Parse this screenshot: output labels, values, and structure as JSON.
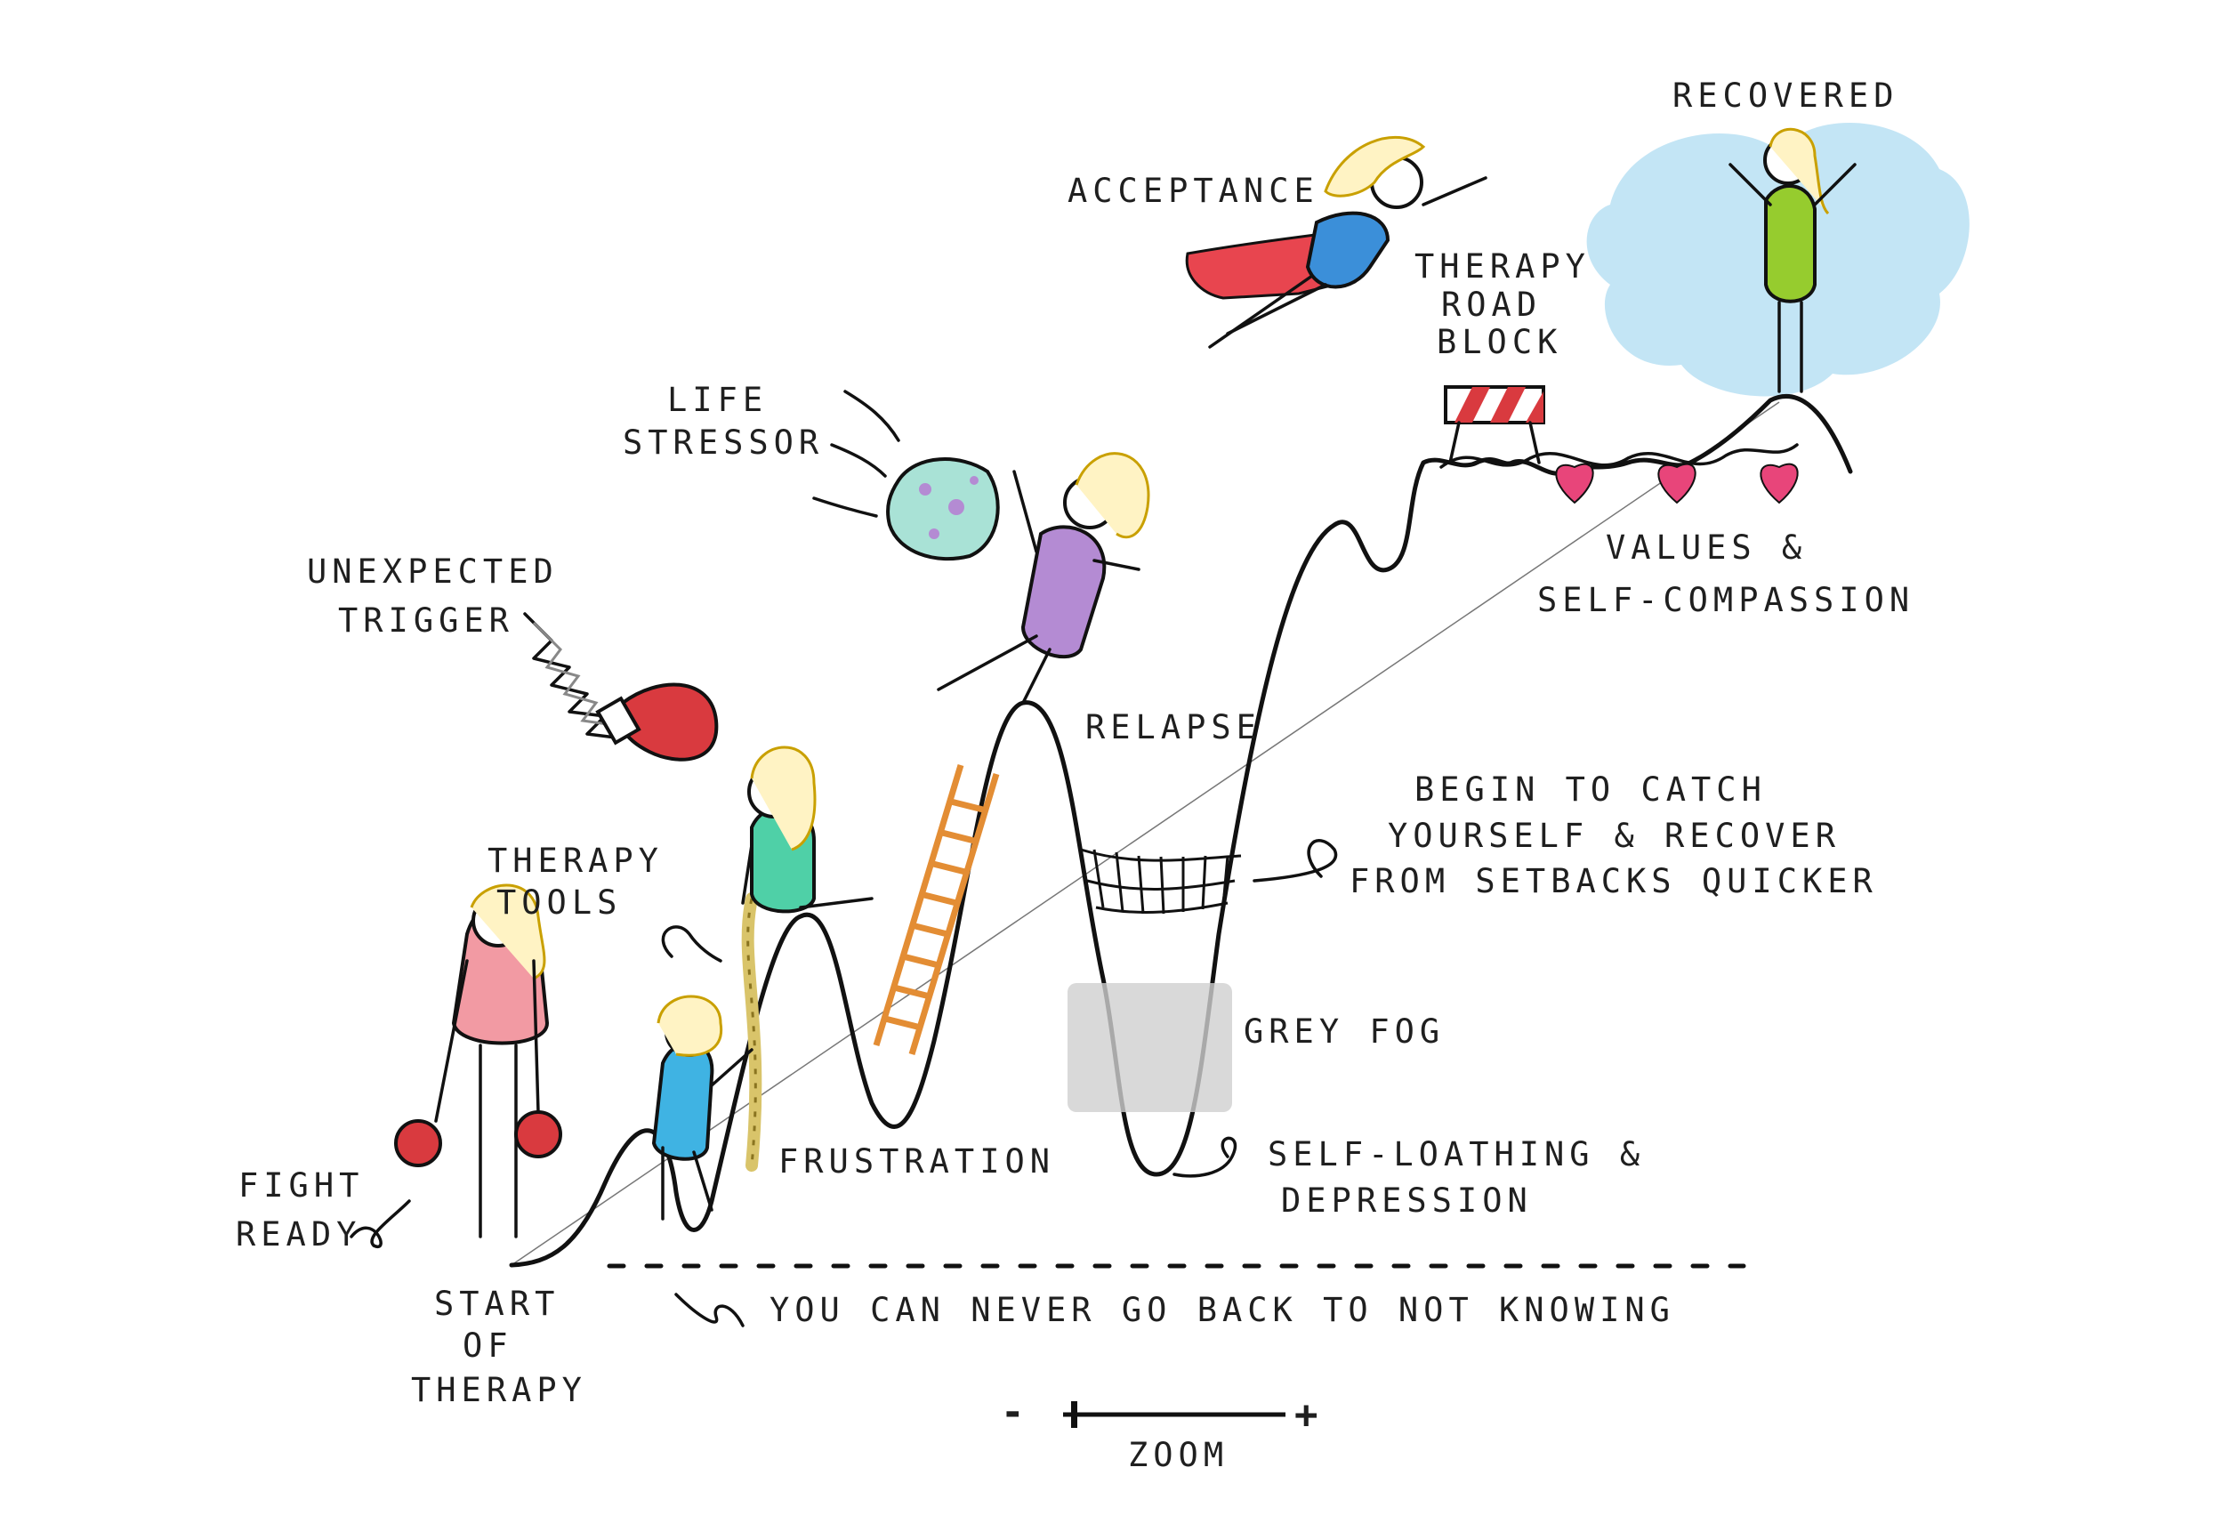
{
  "labels": {
    "recovered": "RECOVERED",
    "acceptance": "ACCEPTANCE",
    "therapy_road_block": [
      "THERAPY",
      "ROAD",
      "BLOCK"
    ],
    "life_stressor": [
      "LIFE",
      "STRESSOR"
    ],
    "unexpected_trigger": [
      "UNEXPECTED",
      "TRIGGER"
    ],
    "values_self_compassion": [
      "VALUES &",
      "SELF-COMPASSION"
    ],
    "relapse": "RELAPSE",
    "begin_to_catch": [
      "BEGIN TO CATCH",
      "YOURSELF & RECOVER",
      "FROM SETBACKS QUICKER"
    ],
    "therapy_tools": [
      "THERAPY",
      "TOOLS"
    ],
    "grey_fog": "GREY FOG",
    "fight_ready": [
      "FIGHT",
      "READY"
    ],
    "frustration": "FRUSTRATION",
    "self_loathing": [
      "SELF-LOATHING &",
      "DEPRESSION"
    ],
    "start_of_therapy": [
      "START",
      "OF",
      "THERAPY"
    ],
    "never_go_back": "YOU CAN NEVER GO BACK TO NOT KNOWING",
    "zoom": "ZOOM",
    "zoom_minus": "-",
    "zoom_plus": "+"
  },
  "zoom_level": 0.05,
  "colors": {
    "boxing_glove": "#d93a3f",
    "cape": "#e8454f",
    "acceptance_body": "#3b8fd9",
    "recovered_body": "#96cc2e",
    "sky": "#b9e0f3",
    "stressor_body": "#b48bd3",
    "climber_body": "#4fd0a7",
    "rope_climber_body": "#3fb3e3",
    "fight_body": "#f29aa3",
    "ladder": "#f0a24a",
    "heart": "#e8457a",
    "fog": "#cfcfcf",
    "asteroid": "#a9e2d6",
    "hair": "#f2d23c"
  },
  "icons": [
    "boxing-glove-icon",
    "spring-icon",
    "asteroid-icon",
    "ladder-icon",
    "rope-icon",
    "net-icon",
    "road-block-icon",
    "heart-icon",
    "cape-icon",
    "cloud-icon"
  ]
}
